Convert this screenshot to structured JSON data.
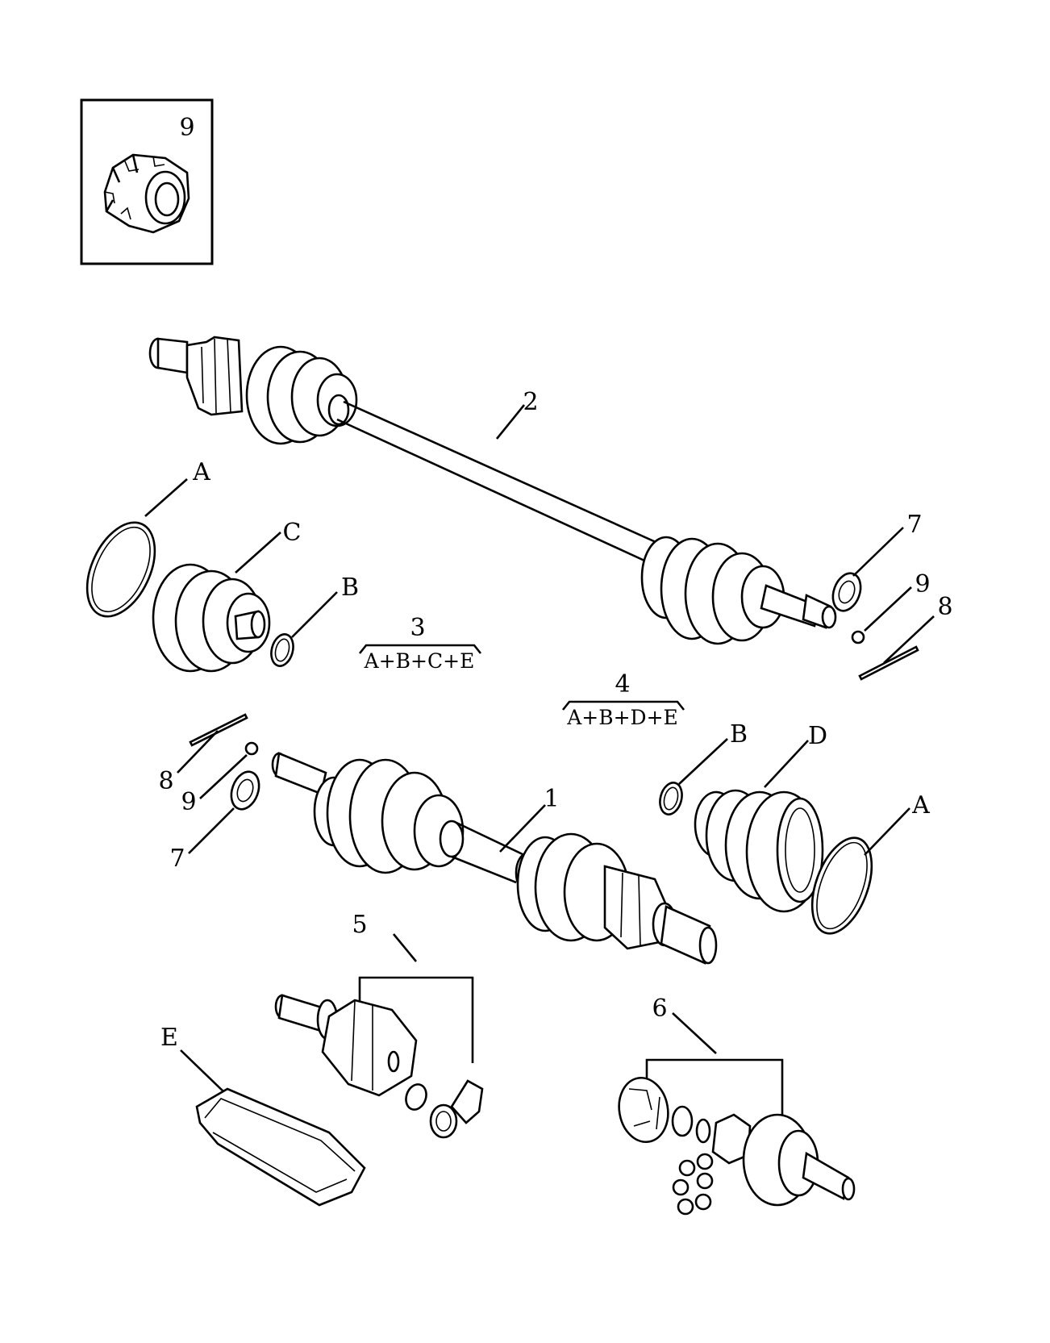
{
  "labels": {
    "nut": "9",
    "outer_axle": "2",
    "inner_axle": "1",
    "kit3_number": "3",
    "kit3_contents": "A+B+C+E",
    "kit4_number": "4",
    "kit4_contents": "A+B+D+E",
    "clamp_a_upper": "A",
    "boot_c": "C",
    "clamp_b_upper": "B",
    "washer_7_right": "7",
    "ball_9_right": "9",
    "pin_8_right": "8",
    "pin_8_left": "8",
    "ball_9_left": "9",
    "washer_7_left": "7",
    "clamp_b_lower": "B",
    "boot_d": "D",
    "clamp_a_lower": "A",
    "tripod_set": "5",
    "cv_set": "6",
    "grease": "E"
  }
}
